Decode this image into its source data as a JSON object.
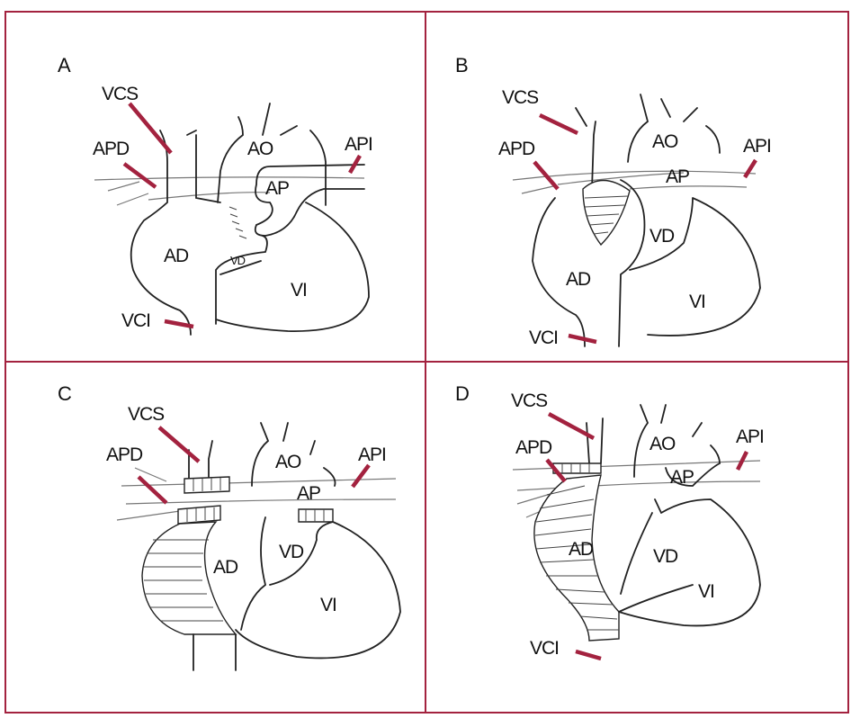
{
  "colors": {
    "border": "#a3223f",
    "marker": "#a3223f",
    "outline": "#222222"
  },
  "panels": {
    "A": {
      "letter": "A",
      "VCS": "VCS",
      "APD": "APD",
      "AO": "AO",
      "API": "API",
      "AP": "AP",
      "AD": "AD",
      "VD": "VD",
      "VI": "VI",
      "VCI": "VCI"
    },
    "B": {
      "letter": "B",
      "VCS": "VCS",
      "APD": "APD",
      "AO": "AO",
      "API": "API",
      "AP": "AP",
      "AD": "AD",
      "VD": "VD",
      "VI": "VI",
      "VCI": "VCI"
    },
    "C": {
      "letter": "C",
      "VCS": "VCS",
      "APD": "APD",
      "AO": "AO",
      "API": "API",
      "AP": "AP",
      "AD": "AD",
      "VD": "VD",
      "VI": "VI"
    },
    "D": {
      "letter": "D",
      "VCS": "VCS",
      "APD": "APD",
      "AO": "AO",
      "API": "API",
      "AP": "AP",
      "AD": "AD",
      "VD": "VD",
      "VI": "VI",
      "VCI": "VCI"
    }
  }
}
